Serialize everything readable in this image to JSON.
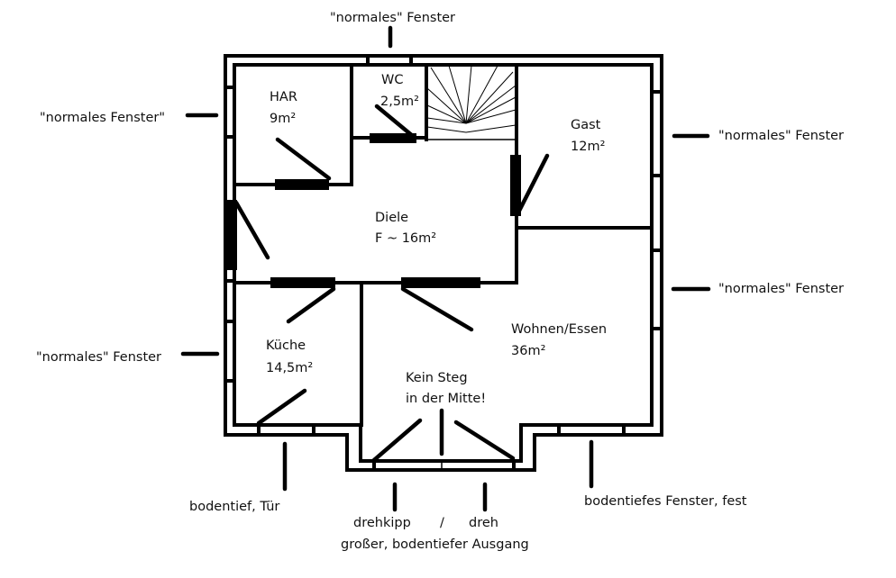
{
  "colors": {
    "walls": "#000000",
    "text": "#111111",
    "background": "#ffffff"
  },
  "rooms": [
    {
      "name": "HAR",
      "area": "9m²"
    },
    {
      "name": "WC",
      "area": "2,5m²"
    },
    {
      "name": "Gast",
      "area": "12m²"
    },
    {
      "name": "Diele",
      "area": "F ~ 16m²"
    },
    {
      "name": "Küche",
      "area": "14,5m²"
    },
    {
      "name": "Wohnen/Essen",
      "area": "36m²"
    }
  ],
  "windows": {
    "top_wc": "\"normales\" Fenster",
    "left_har": "\"normales Fenster\"",
    "right_gast": "\"normales\" Fenster",
    "right_wohnen": "\"normales\" Fenster",
    "left_kueche": "\"normales\" Fenster",
    "bottom_kueche": "bodentief, Tür",
    "bottom_wohnen": "bodentiefes Fenster, fest"
  },
  "exit": {
    "left_sash": "drehkipp",
    "separator": "/",
    "right_sash": "dreh",
    "caption": "großer, bodentiefer Ausgang"
  },
  "note": [
    "Kein Steg",
    "in der Mitte!"
  ]
}
